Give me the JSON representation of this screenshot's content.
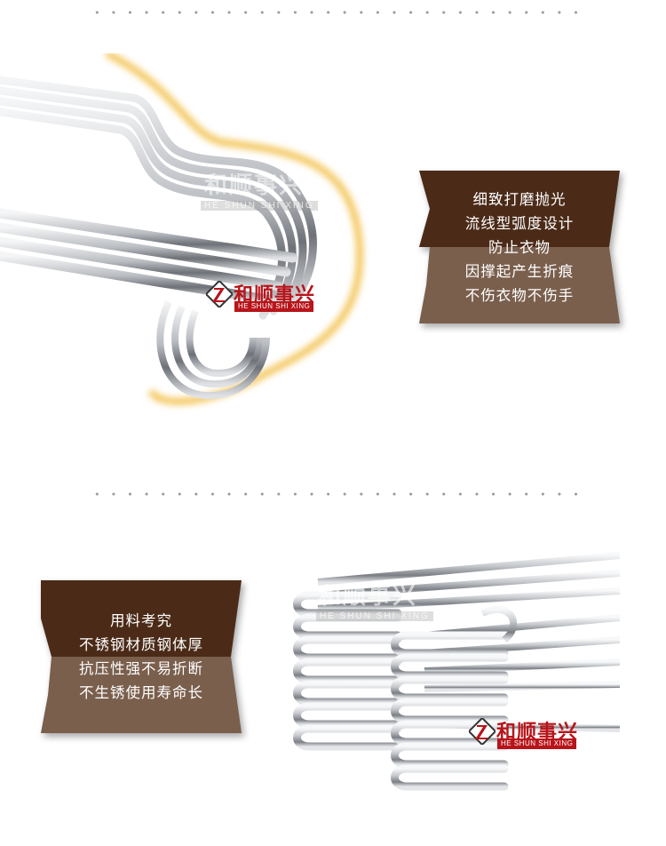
{
  "brand": {
    "name_cn": "和顺事兴",
    "name_en": "HE SHUN SHI XING"
  },
  "section1": {
    "panel_lines": [
      "细致打磨抛光",
      "流线型弧度设计",
      "防止衣物",
      "因撑起产生折痕",
      "不伤衣物不伤手"
    ]
  },
  "section2": {
    "panel_lines": [
      "用料考究",
      "不锈钢材质钢体厚",
      "抗压性强不易折断",
      "不生锈使用寿命长"
    ]
  },
  "colors": {
    "panel_dark": "#4b2b18",
    "panel_light": "#7a5f4d",
    "glow": "#f0b428",
    "logo_red": "#b8141a",
    "metal": "#c9cbcf"
  }
}
